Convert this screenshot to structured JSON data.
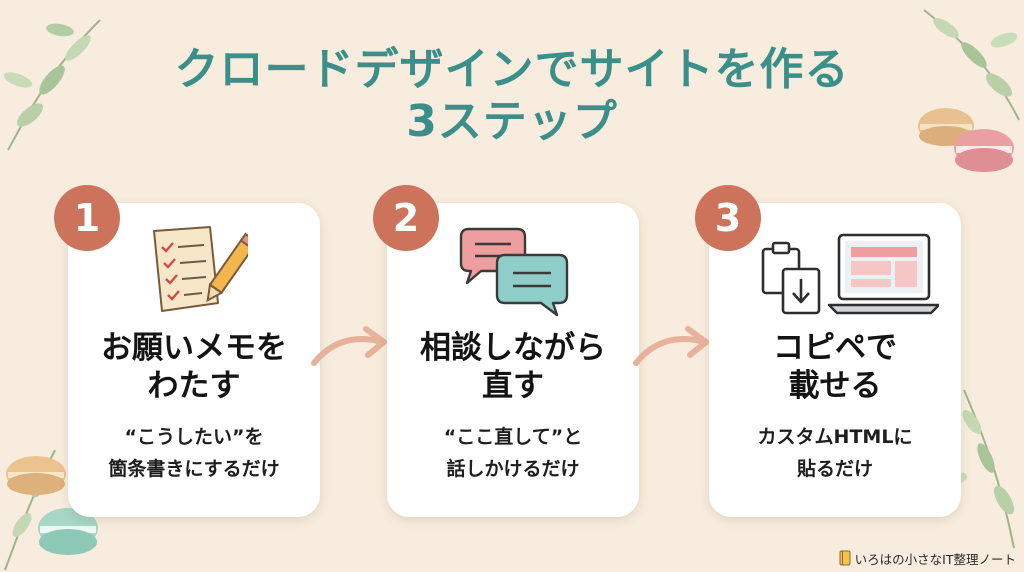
{
  "title": {
    "line1": "クロードデザインでサイトを作る",
    "line2": "3ステップ"
  },
  "steps": [
    {
      "number": "1",
      "heading_line1": "お願いメモを",
      "heading_line2": "わたす",
      "sub_line1": "“こうしたい”を",
      "sub_line2": "箇条書きにするだけ",
      "icon": "checklist-pencil-icon"
    },
    {
      "number": "2",
      "heading_line1": "相談しながら",
      "heading_line2": "直す",
      "sub_line1": "“ここ直して”と",
      "sub_line2": "話しかけるだけ",
      "icon": "speech-bubbles-icon"
    },
    {
      "number": "3",
      "heading_line1": "コピペで",
      "heading_line2": "載せる",
      "sub_line1": "カスタムHTMLに",
      "sub_line2": "貼るだけ",
      "icon": "copy-paste-laptop-icon"
    }
  ],
  "credit": {
    "text": "いろはの小さなIT整理ノート",
    "icon": "notebook-icon"
  },
  "colors": {
    "background": "#f7ecdd",
    "title": "#3a8f8a",
    "badge": "#cd735b",
    "arrow": "#e8b29a",
    "card": "#ffffff"
  }
}
